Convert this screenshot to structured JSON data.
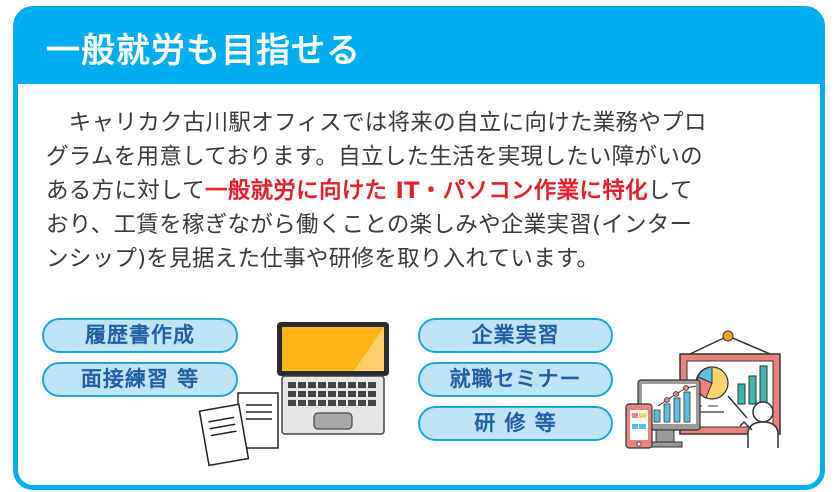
{
  "header": {
    "title": "一般就労も目指せる",
    "background_color": "#00AEEF"
  },
  "body": {
    "lines": [
      {
        "parts": [
          {
            "text": "　キャリカク古川駅オフィスでは将来の自立に向けた業務やプロ",
            "highlight": false
          }
        ]
      },
      {
        "parts": [
          {
            "text": "グラムを用意しております。自立した生活を実現したい障がいの",
            "highlight": false
          }
        ]
      },
      {
        "parts": [
          {
            "text": "ある方に対して",
            "highlight": false
          },
          {
            "text": "一般就労に向けた IT・パソコン作業に特化",
            "highlight": true
          },
          {
            "text": "して",
            "highlight": false
          }
        ]
      },
      {
        "parts": [
          {
            "text": "おり、工賃を稼ぎながら働くことの楽しみや企業実習(インター",
            "highlight": false
          }
        ]
      },
      {
        "parts": [
          {
            "text": "ンシップ)を見据えた仕事や研修を取り入れています。",
            "highlight": false
          }
        ]
      }
    ],
    "text_color": "#3a3a3a",
    "highlight_color": "#E6212A"
  },
  "left_pills": [
    {
      "label": "履歴書作成"
    },
    {
      "label": "面接練習 等"
    }
  ],
  "right_pills": [
    {
      "label": "企業実習"
    },
    {
      "label": "就職セミナー"
    },
    {
      "label": "研 修 等"
    }
  ],
  "pill_colors": {
    "fill": "#BFE4F8",
    "border": "#1AA7E0",
    "text": "#1E5FA6"
  },
  "illustrations": {
    "left": [
      "documents-icon",
      "laptop-icon"
    ],
    "right": [
      "presentation-board-icon",
      "monitor-chart-icon",
      "tablet-icon",
      "presenter-icon"
    ]
  }
}
